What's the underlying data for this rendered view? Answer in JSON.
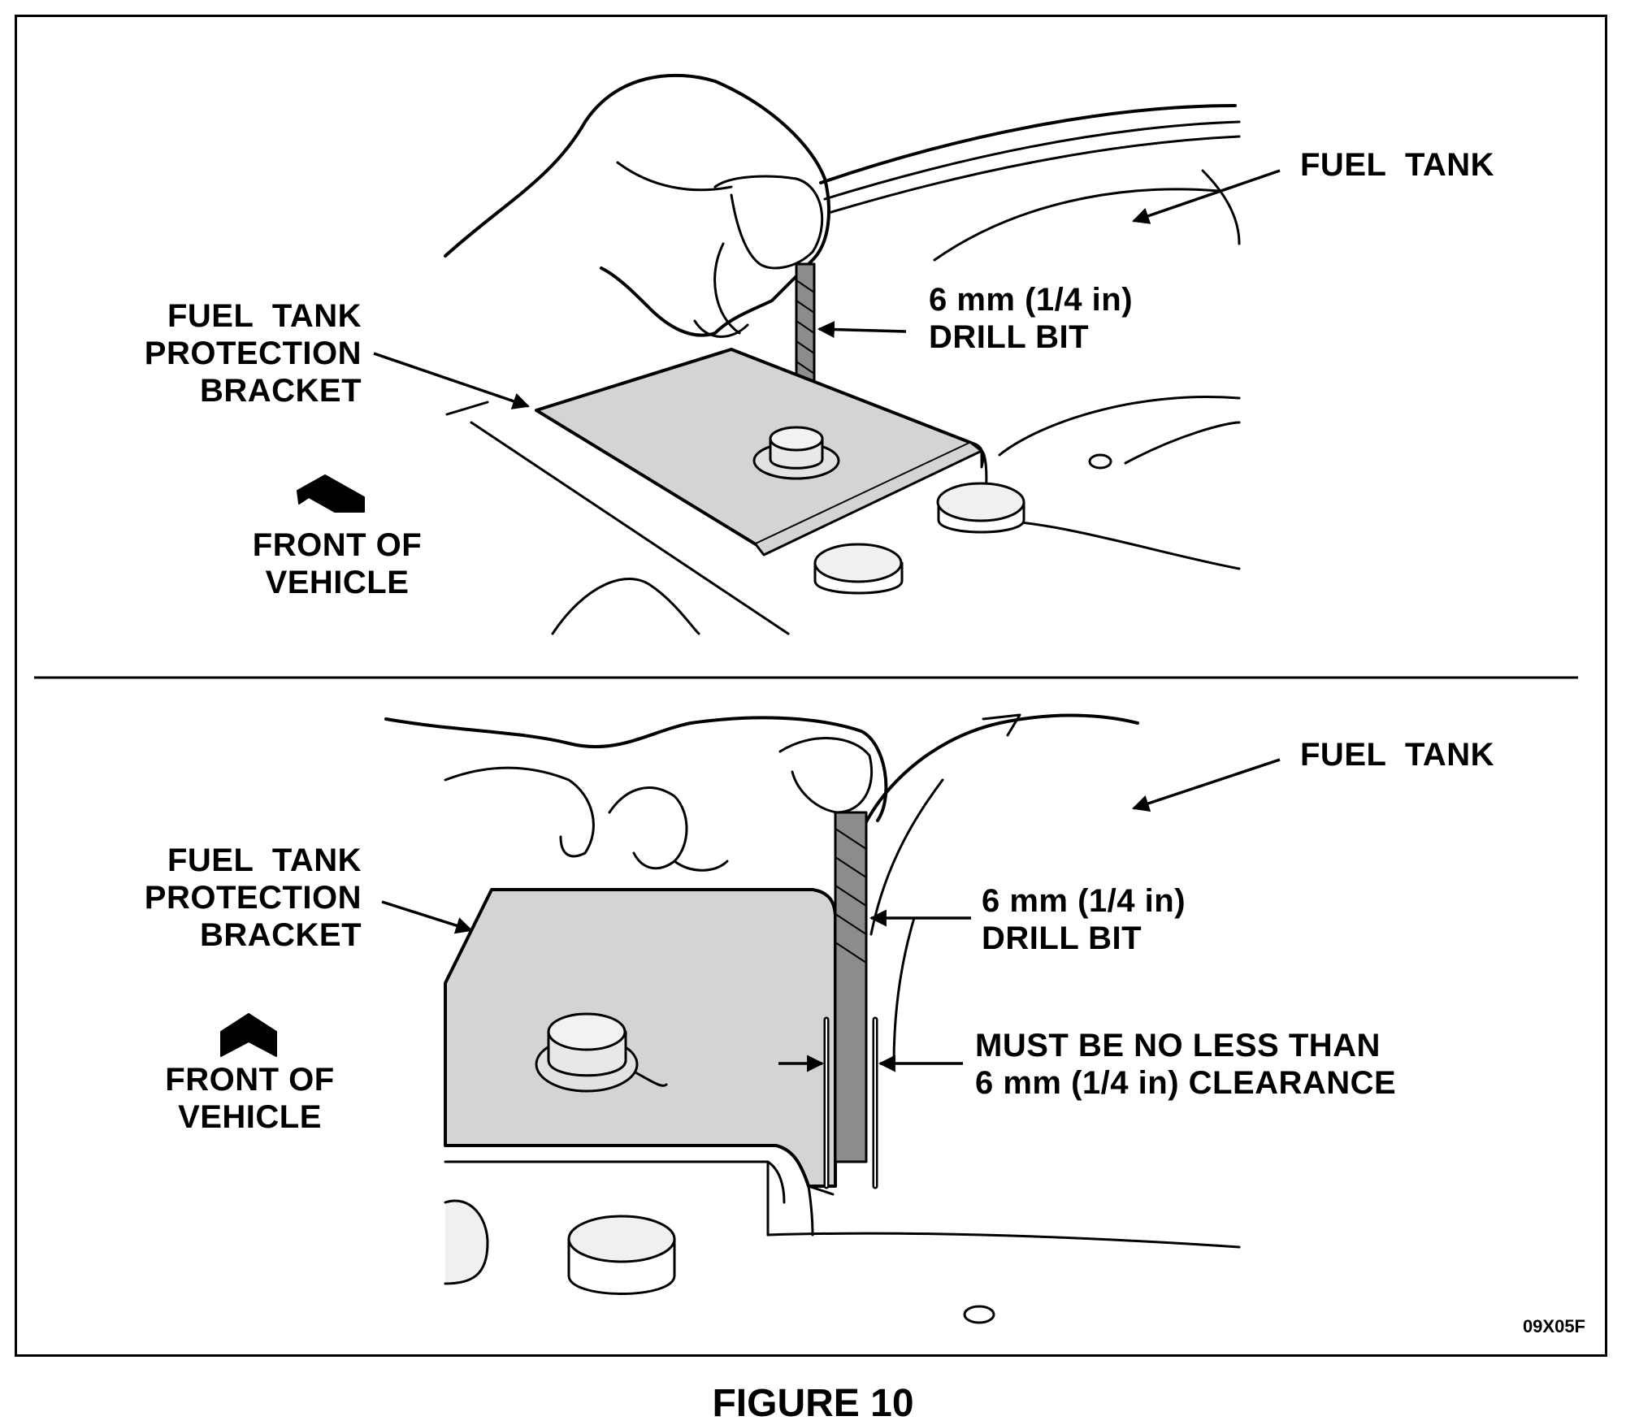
{
  "figure_caption": "FIGURE 10",
  "drawing_code": "09X05F",
  "colors": {
    "line": "#000000",
    "bracket_fill": "#d4d4d4",
    "drill_bit_fill": "#8c8c8c",
    "background": "#ffffff"
  },
  "top_panel": {
    "fuel_tank_label": "FUEL  TANK",
    "bracket_label": [
      "FUEL  TANK",
      "PROTECTION",
      "BRACKET"
    ],
    "drill_bit_label": [
      "6 mm (1/4 in)",
      "DRILL BIT"
    ],
    "front_label": [
      "FRONT OF",
      "VEHICLE"
    ]
  },
  "bottom_panel": {
    "fuel_tank_label": "FUEL  TANK",
    "bracket_label": [
      "FUEL  TANK",
      "PROTECTION",
      "BRACKET"
    ],
    "drill_bit_label": [
      "6 mm (1/4 in)",
      "DRILL BIT"
    ],
    "front_label": [
      "FRONT OF",
      "VEHICLE"
    ],
    "clearance_label": [
      "MUST BE NO LESS THAN",
      "6 mm (1/4 in) CLEARANCE"
    ]
  }
}
